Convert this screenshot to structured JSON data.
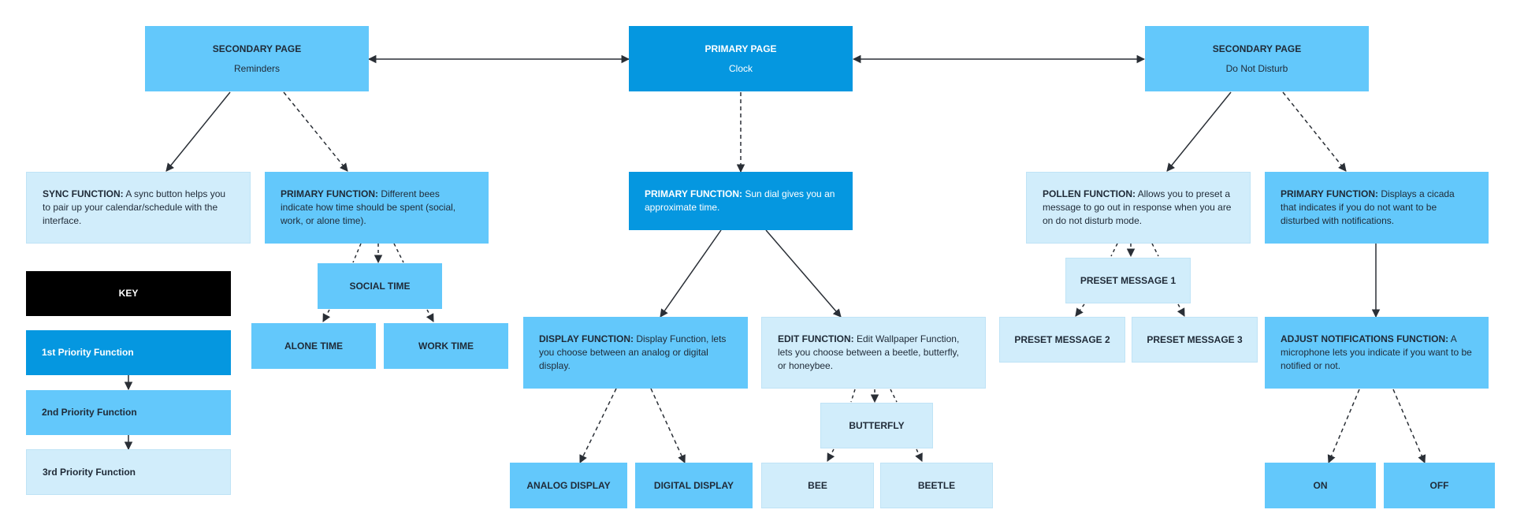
{
  "colors": {
    "priority1": "#0597e0",
    "priority2": "#63c8fb",
    "priority3": "#d1edfb",
    "key_bg": "#000000",
    "connector": "#2a2f36"
  },
  "pages": {
    "primary": {
      "title": "PRIMARY PAGE",
      "subtitle": "Clock"
    },
    "secondary_left": {
      "title": "SECONDARY PAGE",
      "subtitle": "Reminders"
    },
    "secondary_right": {
      "title": "SECONDARY PAGE",
      "subtitle": "Do Not Disturb"
    }
  },
  "functions": {
    "sync": {
      "label": "SYNC FUNCTION:",
      "text": " A sync button helps you to pair up your calendar/schedule with the interface."
    },
    "primary_left": {
      "label": "PRIMARY FUNCTION:",
      "text": " Different bees indicate how time should be spent (social, work, or alone time)."
    },
    "primary_center": {
      "label": "PRIMARY FUNCTION:",
      "text": " Sun dial gives you an approximate time."
    },
    "pollen": {
      "label": "POLLEN FUNCTION:",
      "text": " Allows you to preset a message to go out in response when you are on do not disturb mode."
    },
    "primary_right": {
      "label": "PRIMARY FUNCTION:",
      "text": " Displays a cicada that indicates if you do not want to be disturbed with notifications."
    },
    "display": {
      "label": "DISPLAY FUNCTION:",
      "text": " Display Function, lets you choose between an analog or digital display."
    },
    "edit": {
      "label": "EDIT FUNCTION:",
      "text": " Edit Wallpaper Function, lets you choose between a beetle, butterfly, or honeybee."
    },
    "adjust": {
      "label": "ADJUST NOTIFICATIONS FUNCTION:",
      "text": " A microphone lets you indicate if you want to be notified or not."
    }
  },
  "options": {
    "social_time": "SOCIAL TIME",
    "alone_time": "ALONE TIME",
    "work_time": "WORK TIME",
    "analog_display": "ANALOG DISPLAY",
    "digital_display": "DIGITAL DISPLAY",
    "butterfly": "BUTTERFLY",
    "bee": "BEE",
    "beetle": "BEETLE",
    "preset_1": "PRESET MESSAGE 1",
    "preset_2": "PRESET MESSAGE 2",
    "preset_3": "PRESET MESSAGE 3",
    "on": "ON",
    "off": "OFF"
  },
  "key": {
    "title": "KEY",
    "items": [
      "1st Priority Function",
      "2nd Priority Function",
      "3rd Priority Function"
    ]
  }
}
